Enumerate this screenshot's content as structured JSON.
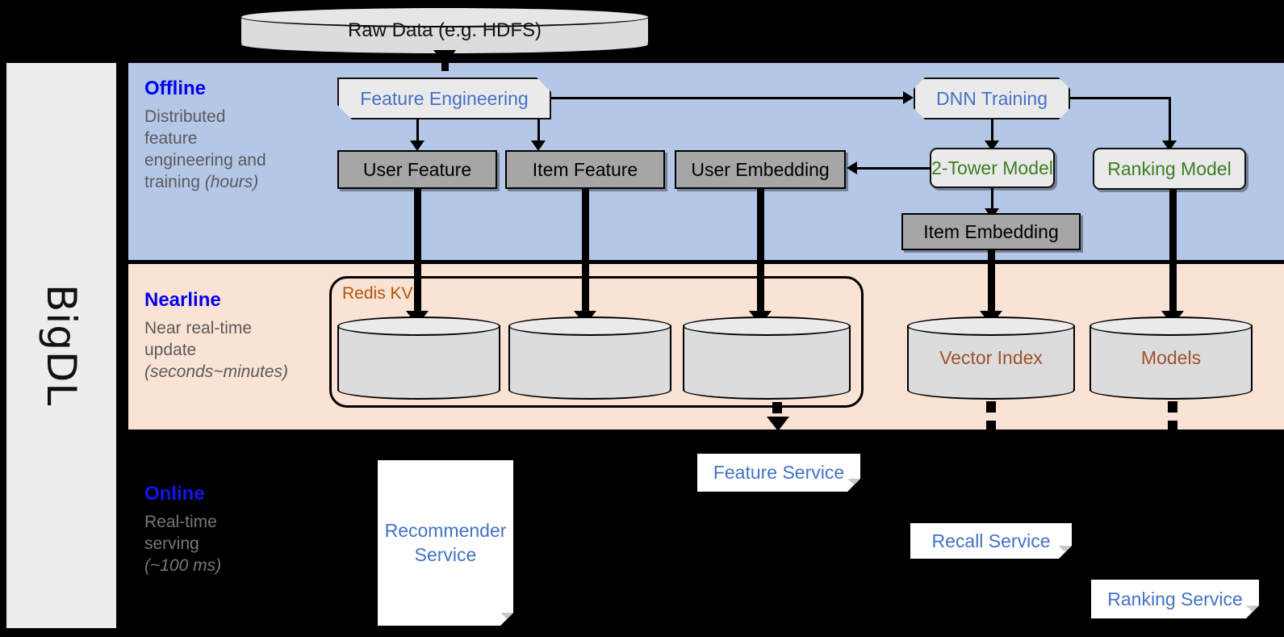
{
  "framework": {
    "name": "BigDL"
  },
  "colors": {
    "offline_band": "#b4c7e7",
    "nearline_band": "#fae2d5",
    "online_band": "#000000",
    "stage_title": "#0000ee",
    "process_text": "#4472c4",
    "model_text": "#3f7d22",
    "storage_text": "#a0522d",
    "gray_box": "#a6a6a6",
    "sidebar": "#ededed"
  },
  "source": {
    "label": "Raw Data (e.g. HDFS)"
  },
  "stages": [
    {
      "id": "offline",
      "title": "Offline",
      "desc_line1": "Distributed",
      "desc_line2": "feature",
      "desc_line3": "engineering and",
      "desc_line4": "training ",
      "timing": "(hours)"
    },
    {
      "id": "nearline",
      "title": "Nearline",
      "desc_line1": "Near real-time",
      "desc_line2": "update",
      "desc_line3": "",
      "desc_line4": "",
      "timing": "(seconds~minutes)"
    },
    {
      "id": "online",
      "title": "Online",
      "desc_line1": "Real-time",
      "desc_line2": "serving",
      "desc_line3": "",
      "desc_line4": "",
      "timing": "(~100 ms)"
    }
  ],
  "offline": {
    "feature_engineering": "Feature Engineering",
    "dnn_training": "DNN Training",
    "user_feature": "User Feature",
    "item_feature": "Item Feature",
    "user_embedding": "User Embedding",
    "two_tower_model": "2-Tower Model",
    "ranking_model": "Ranking Model",
    "item_embedding": "Item Embedding"
  },
  "nearline": {
    "redis_label": "Redis KV",
    "store_1": "",
    "store_2": "",
    "store_3": "",
    "vector_index": "Vector Index",
    "models": "Models"
  },
  "online": {
    "recommender_service": "Recommender Service",
    "recommender_service_l1": "Recommender",
    "recommender_service_l2": "Service",
    "feature_service": "Feature Service",
    "recall_service": "Recall Service",
    "ranking_service": "Ranking Service"
  }
}
